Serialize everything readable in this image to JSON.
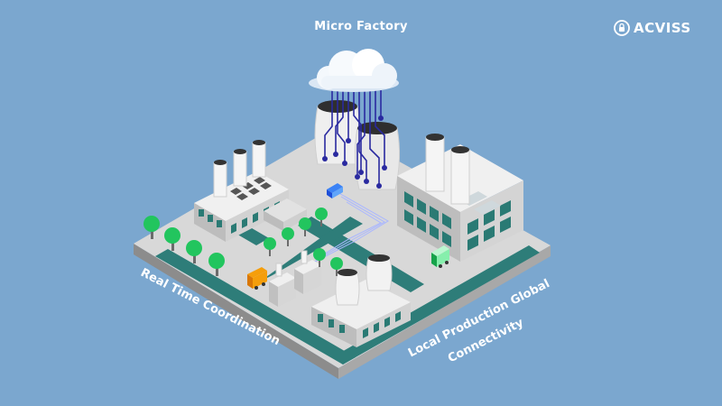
{
  "header": {
    "title": "Micro Factory"
  },
  "brand": {
    "name": "ACVISS",
    "icon": "lock-shield-icon"
  },
  "labels": {
    "left": "Real Time Coordination",
    "right_line1": "Local Production Global",
    "right_line2": "Connectivity"
  },
  "colors": {
    "background": "#7ba7cf",
    "platform_top": "#d9d9d9",
    "road": "#2e7d79",
    "circuit": "#2a2aa0",
    "tree": "#22c55e"
  }
}
